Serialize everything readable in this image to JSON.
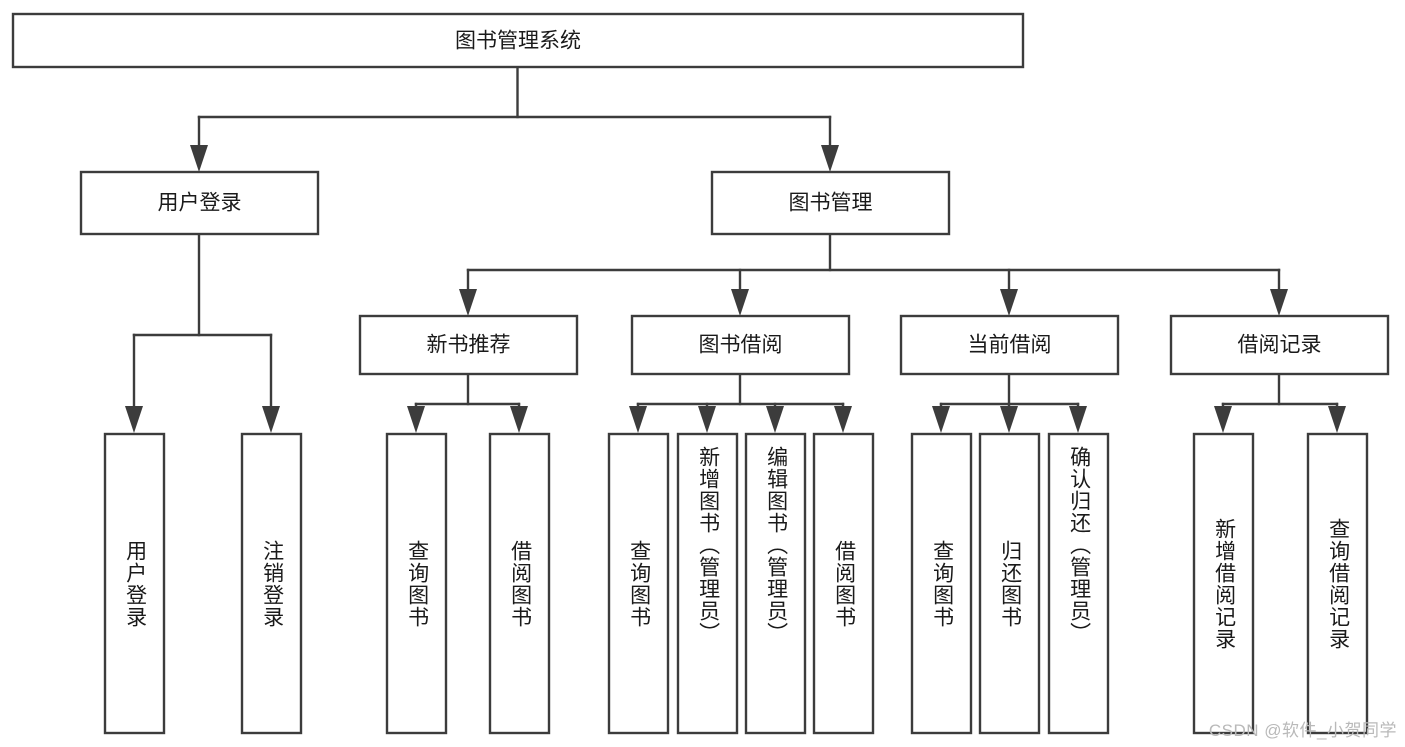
{
  "diagram": {
    "type": "tree-hierarchy-chart",
    "title": "图书管理系统",
    "root": {
      "id": "root",
      "label": "图书管理系统"
    },
    "level2": [
      {
        "id": "user-login",
        "label": "用户登录"
      },
      {
        "id": "book-management",
        "label": "图书管理"
      }
    ],
    "level3": [
      {
        "id": "new-book-recommend",
        "label": "新书推荐",
        "parent": "book-management"
      },
      {
        "id": "book-borrow",
        "label": "图书借阅",
        "parent": "book-management"
      },
      {
        "id": "current-borrow",
        "label": "当前借阅",
        "parent": "book-management"
      },
      {
        "id": "borrow-record",
        "label": "借阅记录",
        "parent": "book-management"
      }
    ],
    "leaves": {
      "user-login": [
        {
          "id": "leaf-user-login",
          "label": "用户登录"
        },
        {
          "id": "leaf-logout",
          "label": "注销登录"
        }
      ],
      "new-book-recommend": [
        {
          "id": "leaf-query-book-1",
          "label": "查询图书"
        },
        {
          "id": "leaf-borrow-book-1",
          "label": "借阅图书"
        }
      ],
      "book-borrow": [
        {
          "id": "leaf-query-book-2",
          "label": "查询图书"
        },
        {
          "id": "leaf-add-book",
          "label": "新增图书（管理员）"
        },
        {
          "id": "leaf-edit-book",
          "label": "编辑图书（管理员）"
        },
        {
          "id": "leaf-borrow-book-2",
          "label": "借阅图书"
        }
      ],
      "current-borrow": [
        {
          "id": "leaf-query-book-3",
          "label": "查询图书"
        },
        {
          "id": "leaf-return-book",
          "label": "归还图书"
        },
        {
          "id": "leaf-confirm-return",
          "label": "确认归还（管理员）"
        }
      ],
      "borrow-record": [
        {
          "id": "leaf-add-record",
          "label": "新增借阅记录"
        },
        {
          "id": "leaf-query-record",
          "label": "查询借阅记录"
        }
      ]
    }
  },
  "watermark": {
    "text": "CSDN @软件_小贺同学"
  },
  "colors": {
    "stroke": "#3c3c3c",
    "text": "#1a1a1a",
    "background": "#ffffff",
    "watermark": "#b9b9b9"
  }
}
